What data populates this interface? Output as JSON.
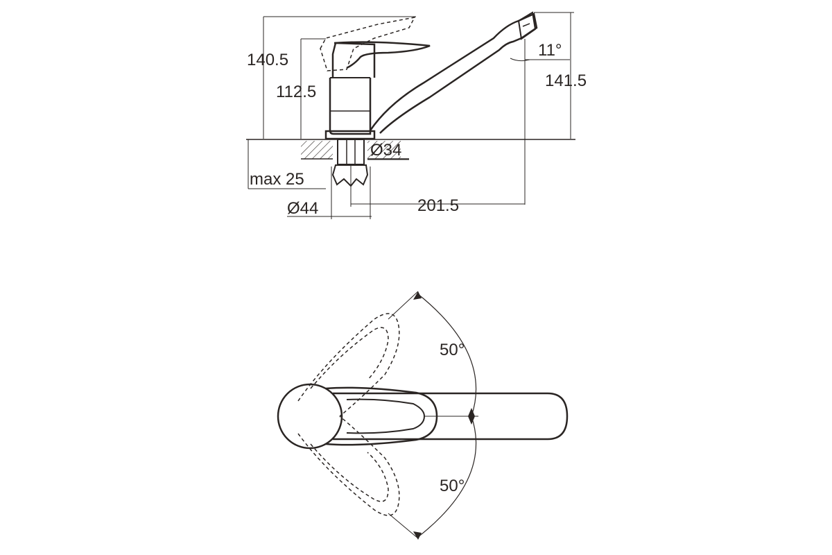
{
  "side_view": {
    "dim_total_height": "140.5",
    "dim_body_height": "112.5",
    "dim_spout_height": "141.5",
    "dim_spout_angle": "11°",
    "dim_hole_diameter": "Ø34",
    "dim_max_thickness": "max 25",
    "dim_base_diameter": "Ø44",
    "dim_spout_reach": "201.5"
  },
  "top_view": {
    "angle_up": "50°",
    "angle_down": "50°"
  },
  "colors": {
    "line": "#2a2523",
    "background": "#ffffff"
  }
}
